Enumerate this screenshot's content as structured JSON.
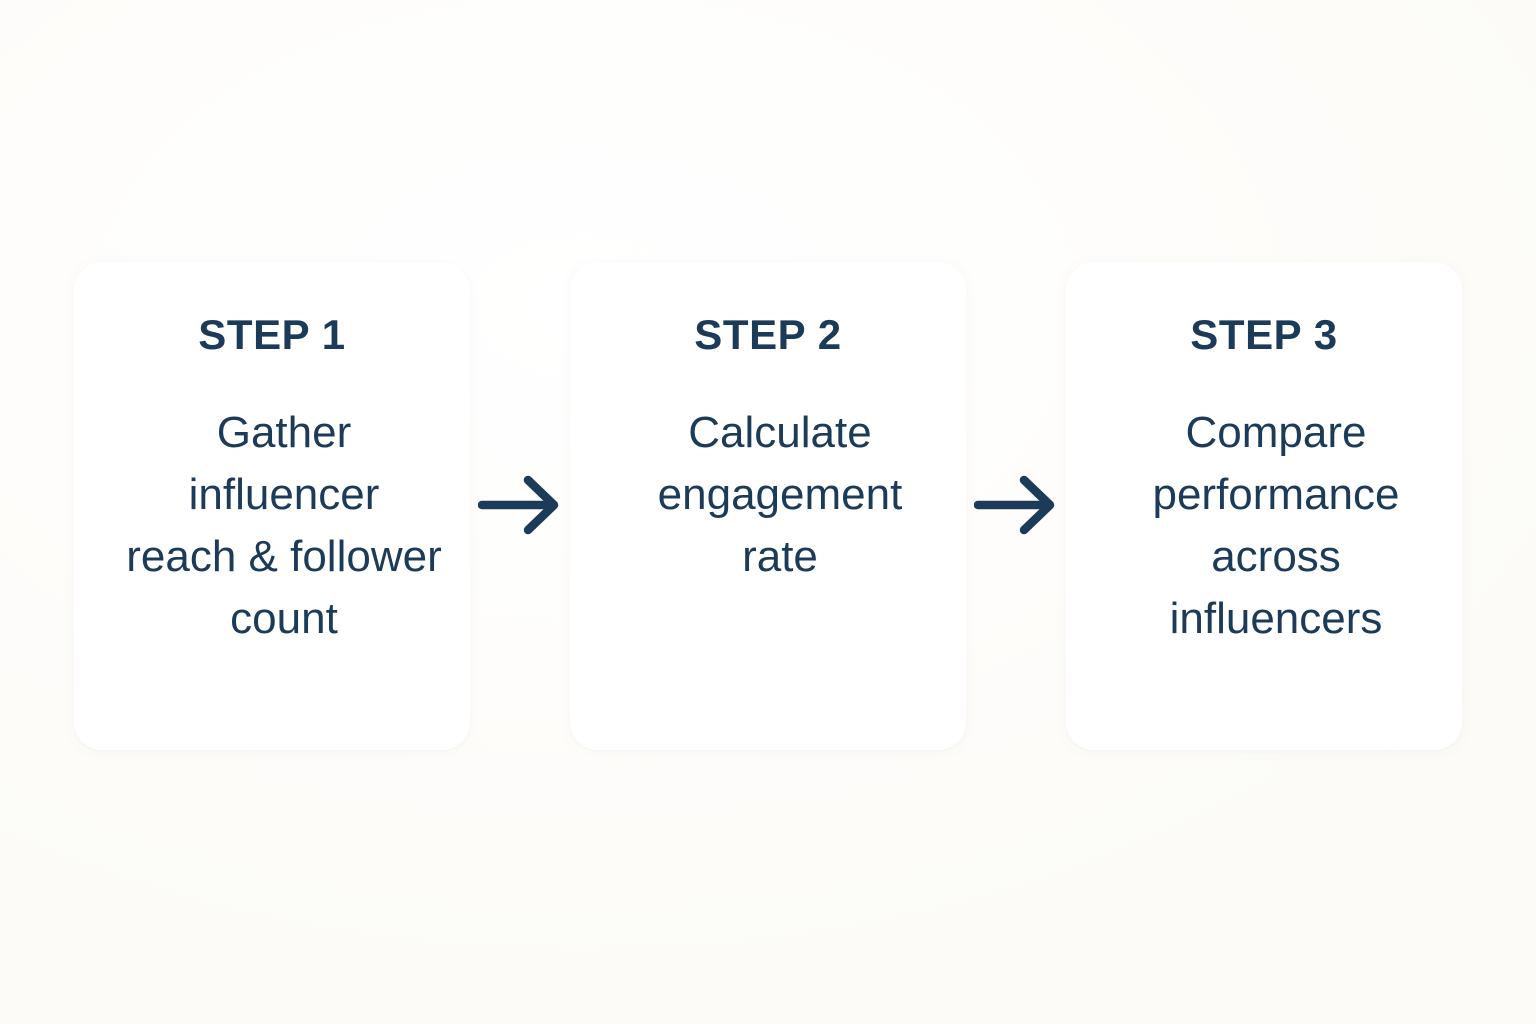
{
  "diagram": {
    "type": "horizontal-process-flow",
    "background_color": "#fdfcfa",
    "card_color": "#ffffff",
    "text_color": "#1c3b58",
    "arrow_color": "#1c3b58",
    "steps": [
      {
        "heading": "STEP 1",
        "body": "Gather\ninfluencer\nreach & follower\ncount"
      },
      {
        "heading": "STEP 2",
        "body": "Calculate\nengagement\nrate"
      },
      {
        "heading": "STEP 3",
        "body": "Compare\nperformance\nacross\ninfluencers"
      }
    ],
    "connectors": [
      {
        "label": "arrow-right"
      },
      {
        "label": "arrow-right"
      }
    ]
  }
}
